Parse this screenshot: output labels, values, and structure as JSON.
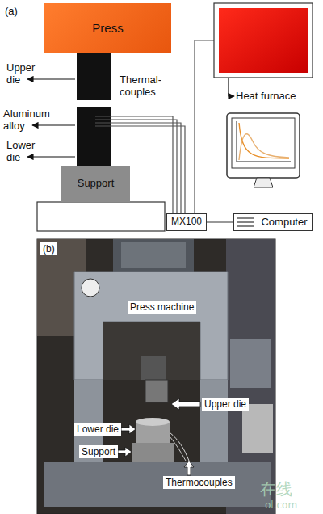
{
  "diagram": {
    "nodes": [
      {
        "text": [
          "Press"
        ]
      },
      {
        "text": [
          "Support"
        ]
      },
      {
        "text": [
          "MX100"
        ]
      },
      {
        "text": [
          "Computer"
        ]
      }
    ],
    "edges": [
      {
        "from": 2,
        "to": 3,
        "arrow": "none"
      }
    ],
    "labels": [
      "(a)",
      "Upper die",
      "Thermal- couples",
      "Aluminum alloy",
      "Lower die",
      "Heat furnace",
      "(b)",
      "Press machine",
      "Upper die",
      "Lower die",
      "Support",
      "Thermocouples",
      "在线",
      "ol.com"
    ]
  }
}
